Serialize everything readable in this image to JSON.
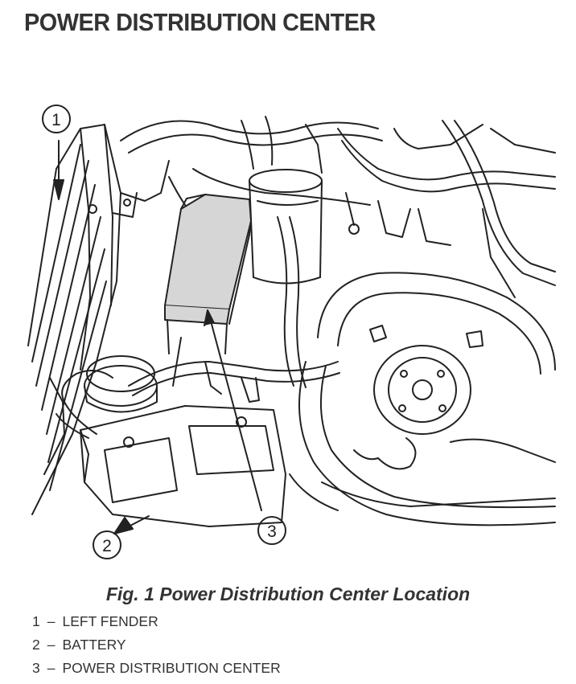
{
  "document": {
    "title": "POWER DISTRIBUTION CENTER",
    "figure": {
      "caption": "Fig. 1 Power Distribution Center Location",
      "callouts": [
        {
          "number": "1",
          "label": "LEFT FENDER"
        },
        {
          "number": "2",
          "label": "BATTERY"
        },
        {
          "number": "3",
          "label": "POWER DISTRIBUTION CENTER"
        }
      ]
    },
    "legend_separator": "–"
  },
  "colors": {
    "ink": "#222222",
    "highlight": "#d6d6d6",
    "background": "#ffffff"
  }
}
